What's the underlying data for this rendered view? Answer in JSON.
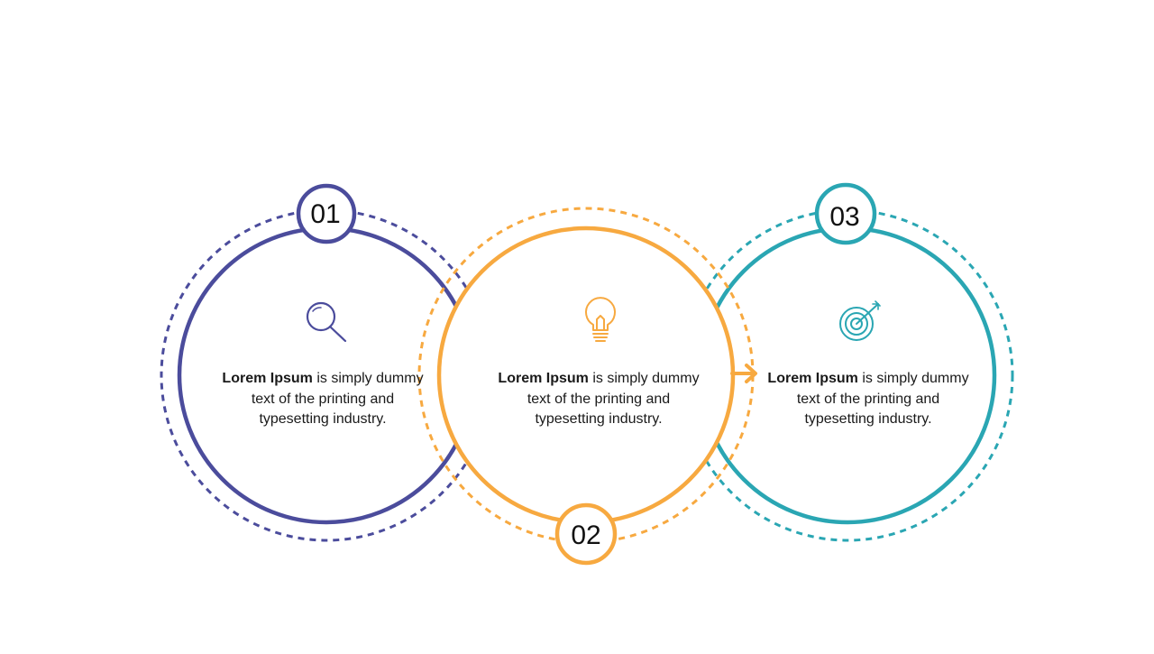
{
  "steps": [
    {
      "number": "01",
      "bold": "Lorem Ipsum",
      "rest": " is simply dummy text of the printing and typesetting industry.",
      "icon": "magnifier-icon",
      "color": "#4b4c9c"
    },
    {
      "number": "02",
      "bold": "Lorem Ipsum",
      "rest": " is simply dummy text of the printing and typesetting industry.",
      "icon": "lightbulb-icon",
      "color": "#f7a940"
    },
    {
      "number": "03",
      "bold": "Lorem Ipsum",
      "rest": " is simply dummy text of the printing and typesetting industry.",
      "icon": "target-icon",
      "color": "#2aa6b3"
    }
  ]
}
